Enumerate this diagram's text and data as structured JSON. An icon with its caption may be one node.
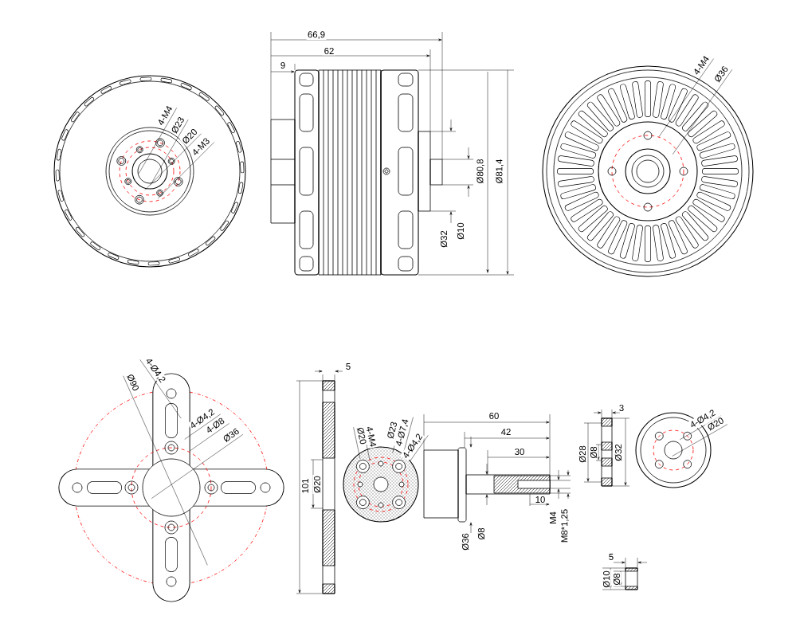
{
  "diagram": {
    "labels": [
      "66,9",
      "62",
      "9",
      "4-M4",
      "Ø23",
      "Ø20",
      "4-M3",
      "Ø80,8",
      "Ø81,4",
      "Ø32",
      "Ø10",
      "4-M4",
      "Ø36",
      "4-Ø4,2",
      "Ø90",
      "4-Ø4,2",
      "4-Ø8",
      "Ø36",
      "5",
      "101",
      "Ø20",
      "Ø20",
      "4-M4",
      "Ø23",
      "4-Ø7,4",
      "4-Ø4,2",
      "60",
      "42",
      "30",
      "10",
      "Ø36",
      "Ø8",
      "M4",
      "M8*1,25",
      "3",
      "Ø28",
      "Ø8",
      "Ø32",
      "4-Ø4,2",
      "Ø20",
      "5",
      "Ø10",
      "Ø8"
    ]
  }
}
